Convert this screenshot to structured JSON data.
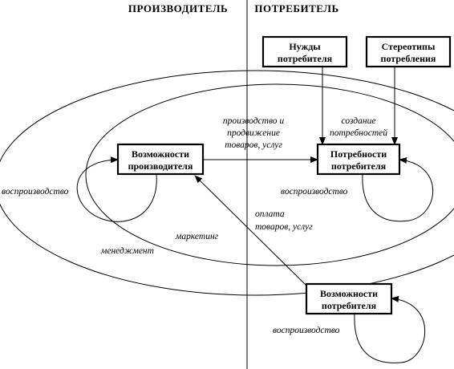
{
  "header": {
    "left_title": "ПРОИЗВОДИТЕЛЬ",
    "right_title": "ПОТРЕБИТЕЛЬ"
  },
  "boxes": {
    "needs": [
      "Нужды",
      "потребителя"
    ],
    "stereotypes": [
      "Стереотипы",
      "потребления"
    ],
    "producer_capabilities": [
      "Возможности",
      "производителя"
    ],
    "consumer_needs": [
      "Потребности",
      "потребителя"
    ],
    "consumer_capabilities": [
      "Возможности",
      "потребителя"
    ]
  },
  "labels": {
    "production_promotion": [
      "производство и",
      "продвижение",
      "товаров, услуг"
    ],
    "needs_creation": [
      "создание",
      "потребностей"
    ],
    "reproduction_left": "воспроизводство",
    "reproduction_right": "воспроизводство",
    "reproduction_bottom": "воспроизводство",
    "payment": [
      "оплата",
      "товаров, услуг"
    ],
    "marketing": "маркетинг",
    "management": "менеджмент"
  }
}
